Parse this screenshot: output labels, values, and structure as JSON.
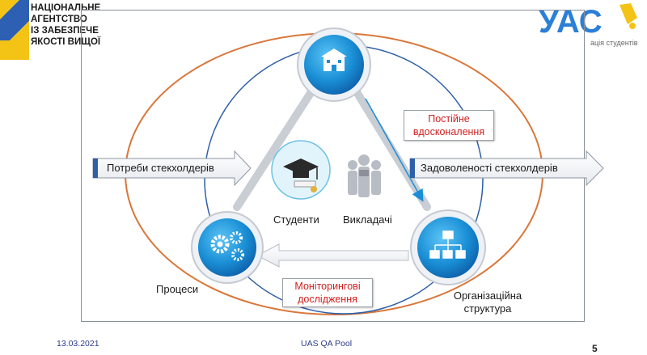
{
  "header": {
    "agency_lines": [
      "НАЦІОНАЛЬНЕ",
      "АГЕНТСТВО",
      "ІЗ ЗАБЕЗПЕЧЕ",
      "ЯКОСТІ ВИЩОЇ"
    ],
    "logo_right_text": "УАС",
    "logo_right_caption": "ація студентів"
  },
  "diagram": {
    "nodes": {
      "top": {
        "icon": "university-building-icon"
      },
      "left": {
        "icon": "gears-icon",
        "label": "Процеси"
      },
      "right": {
        "icon": "org-chart-icon",
        "label_line1": "Організаційна",
        "label_line2": "структура"
      }
    },
    "center": {
      "students_label": "Студенти",
      "teachers_label": "Викладачі",
      "students_icon": "graduation-cap-icon",
      "teachers_icon": "people-group-icon"
    },
    "arrows": {
      "input_label": "Потреби стекхолдерів",
      "output_label": "Задоволеності стекхолдерів"
    },
    "boxes": {
      "improvement_line1": "Постійне",
      "improvement_line2": "вдосконалення",
      "monitoring_line1": "Моніторингові",
      "monitoring_line2": "дослідження"
    },
    "colors": {
      "orange_ellipse": "#d9773a",
      "blue_circle": "#1d8fd2",
      "red_text": "#d02020"
    }
  },
  "footer": {
    "date": "13.03.2021",
    "title": "UAS QA Pool",
    "page": "5"
  }
}
